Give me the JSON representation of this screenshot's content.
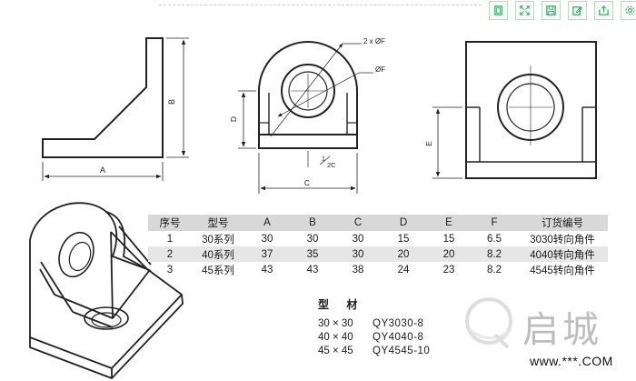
{
  "toolbar": {
    "items": [
      {
        "icon": "copy-icon"
      },
      {
        "icon": "fullscreen-icon"
      },
      {
        "icon": "save-icon"
      },
      {
        "icon": "edit-icon"
      },
      {
        "icon": "share-icon"
      },
      {
        "icon": "settings-icon"
      }
    ],
    "accent": "#3fa86a"
  },
  "drawing": {
    "side_view": {
      "dim_a": "A",
      "dim_b": "B"
    },
    "front_view": {
      "dim_holes": "2 x ØF",
      "dim_hole": "ØF",
      "dim_d": "D",
      "dim_half_c_num": "1",
      "dim_half_c_den": "2C",
      "dim_c": "C"
    },
    "top_view": {
      "dim_e": "E"
    }
  },
  "spec_table": {
    "headers": [
      "序号",
      "型号",
      "A",
      "B",
      "C",
      "D",
      "E",
      "F",
      "订货编号"
    ],
    "rows": [
      [
        "1",
        "30系列",
        "30",
        "30",
        "30",
        "15",
        "15",
        "6.5",
        "3030转向角件"
      ],
      [
        "2",
        "40系列",
        "37",
        "35",
        "30",
        "20",
        "20",
        "8.2",
        "4040转向角件"
      ],
      [
        "3",
        "45系列",
        "43",
        "43",
        "38",
        "24",
        "23",
        "8.2",
        "4545转向角件"
      ]
    ]
  },
  "material": {
    "title": "型 材",
    "rows": [
      {
        "size": "30 × 30",
        "model": "QY3030-8"
      },
      {
        "size": "40 × 40",
        "model": "QY4040-8"
      },
      {
        "size": "45 × 45",
        "model": "QY4545-10"
      }
    ]
  },
  "watermark": {
    "text": "启城",
    "url": "www.***.COM"
  }
}
